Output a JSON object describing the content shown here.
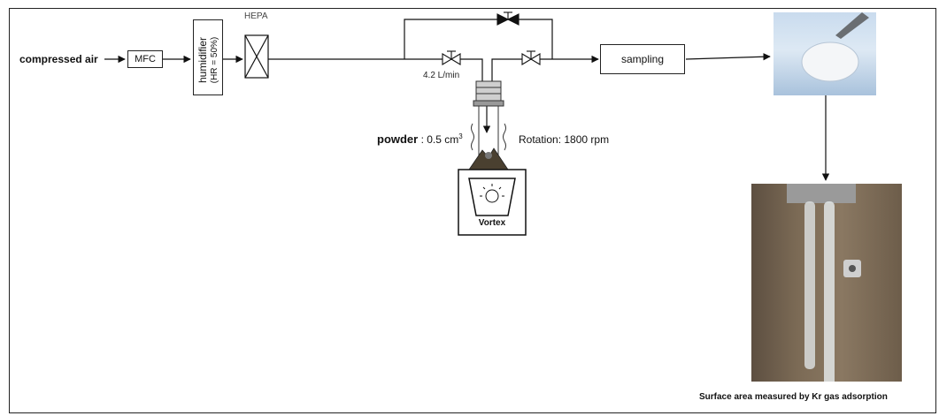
{
  "labels": {
    "compressed_air": "compressed air",
    "mfc": "MFC",
    "humidifier": "humidifier",
    "humidifier_sub": "(HR = 50%)",
    "hepa": "HEPA",
    "flow_rate": "4.2 L/min",
    "sampling": "sampling",
    "powder_prefix": "powder",
    "powder_value": " : 0.5 cm",
    "powder_exp": "3",
    "rotation": "Rotation: 1800 rpm",
    "vortex": "Vortex",
    "caption": "Surface area measured by Kr gas adsorption"
  },
  "photos": {
    "filter": "filter-photo",
    "vials": "vials-photo"
  },
  "colors": {
    "line": "#111111",
    "powder": "#4a4030",
    "filter_bg": "#c9dbee"
  }
}
